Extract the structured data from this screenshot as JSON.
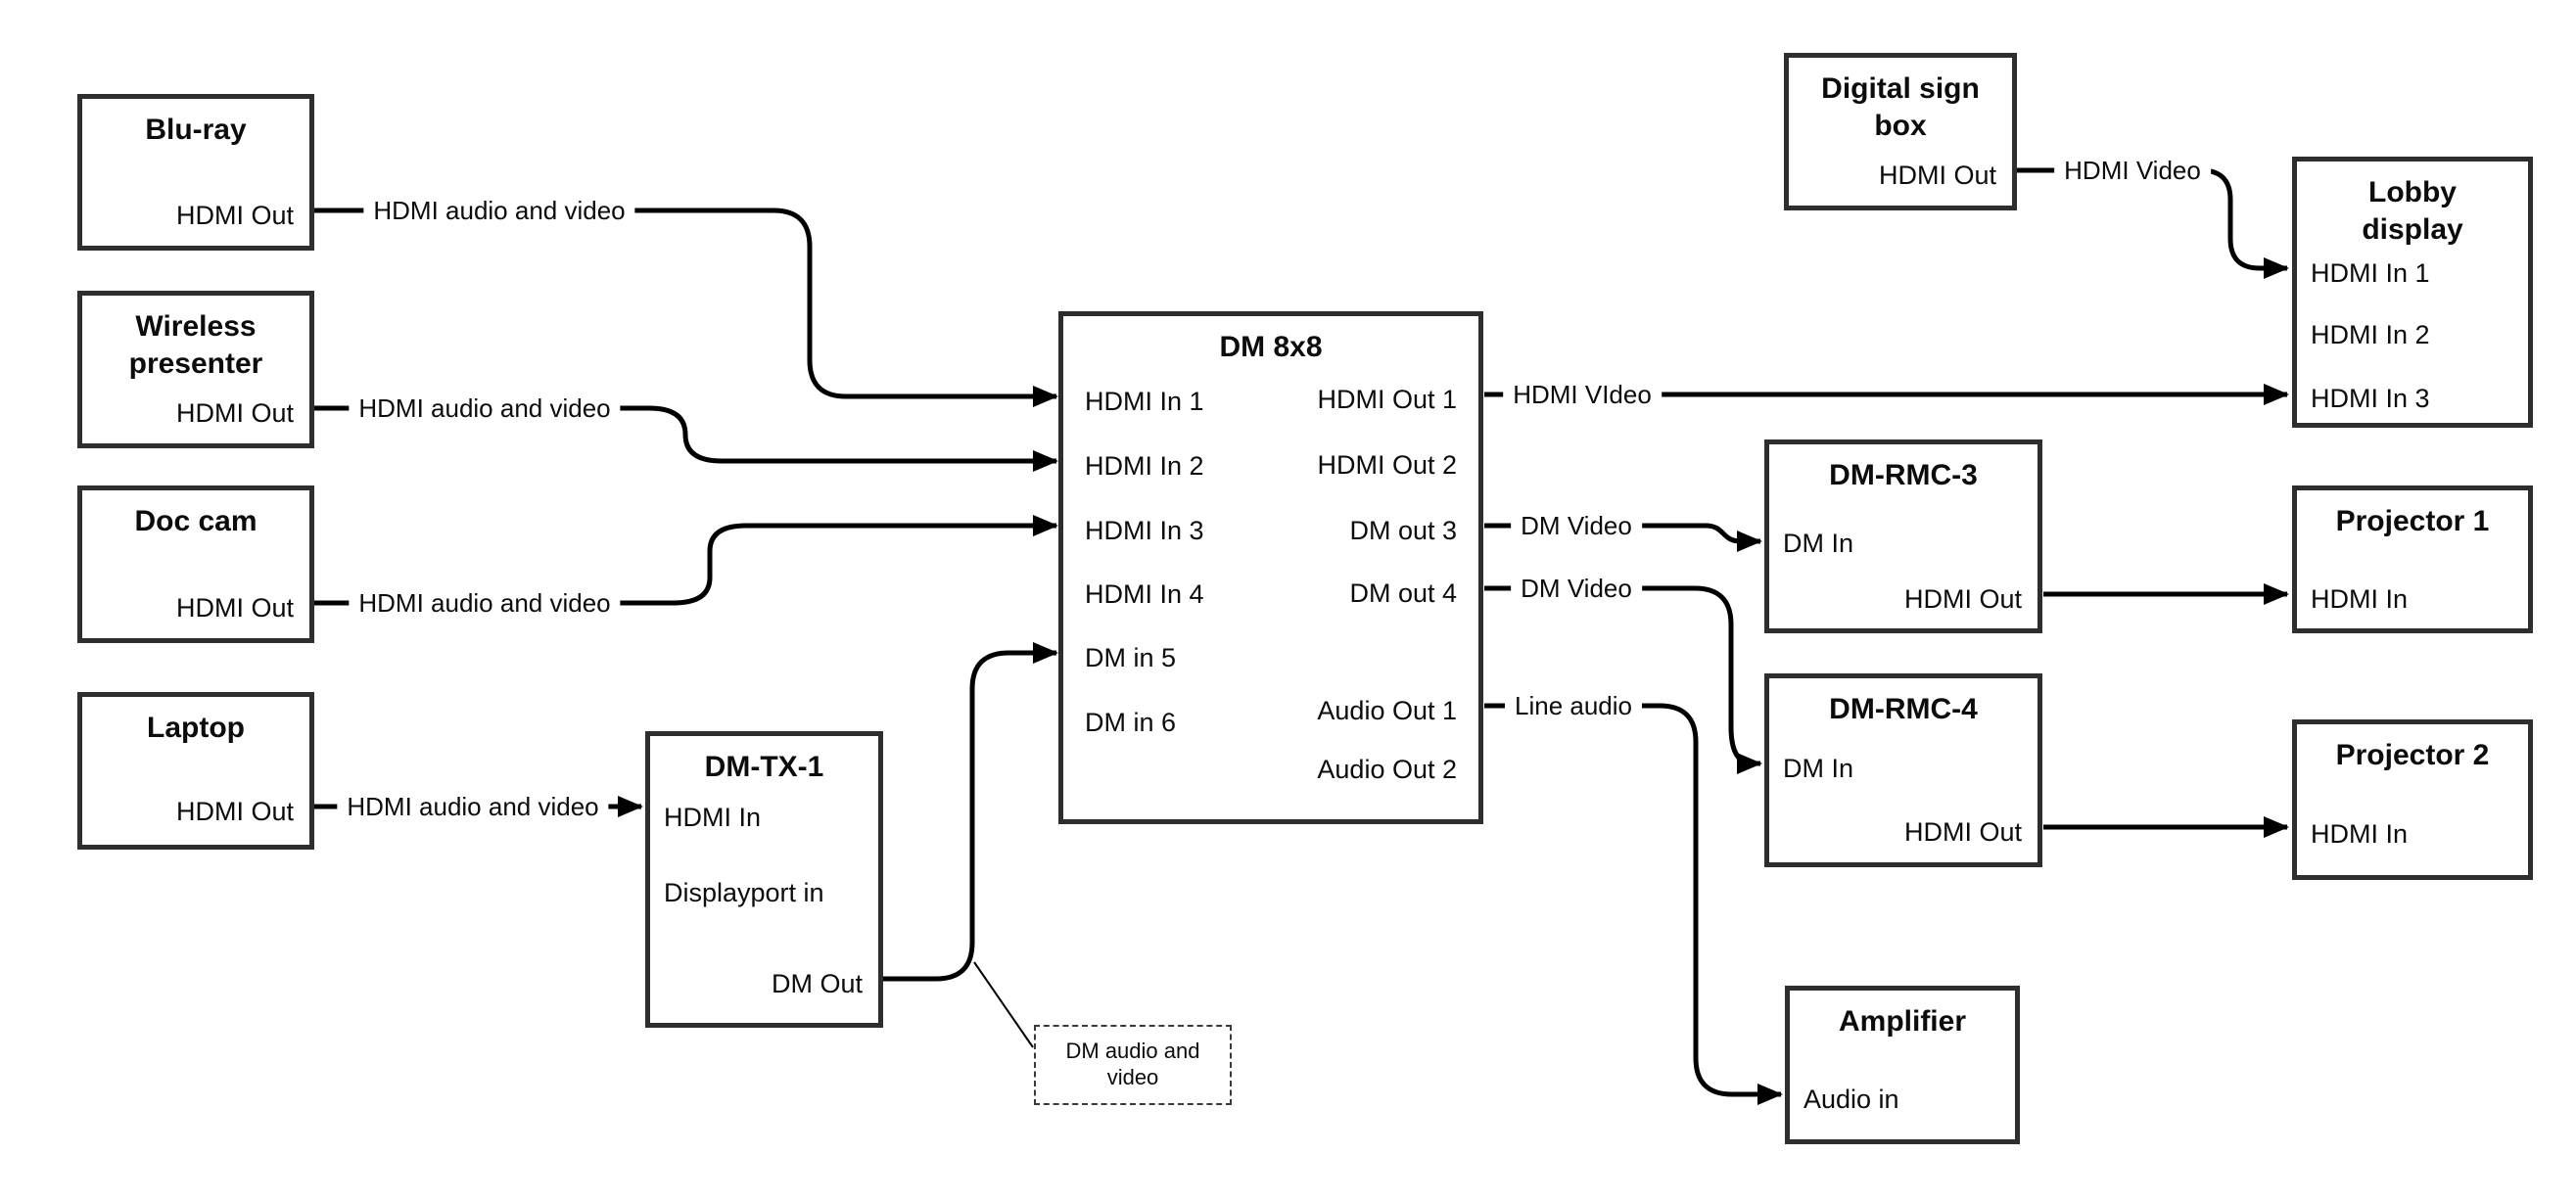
{
  "colors": {
    "background": "#ffffff",
    "wire": "#000000",
    "box_border": "#2e2e2e",
    "text": "#0c0c0c"
  },
  "boxes": {
    "bluray": {
      "title": "Blu-ray",
      "hdmi_out": "HDMI Out"
    },
    "wireless_presenter": {
      "title": "Wireless presenter",
      "hdmi_out": "HDMI Out"
    },
    "doc_cam": {
      "title": "Doc cam",
      "hdmi_out": "HDMI Out"
    },
    "laptop": {
      "title": "Laptop",
      "hdmi_out": "HDMI Out"
    },
    "dm_tx_1": {
      "title": "DM-TX-1",
      "hdmi_in": "HDMI In",
      "displayport_in": "Displayport in",
      "dm_out": "DM Out"
    },
    "dm_8x8": {
      "title": "DM 8x8",
      "in1": "HDMI In 1",
      "in2": "HDMI In 2",
      "in3": "HDMI In 3",
      "in4": "HDMI In 4",
      "in5": "DM in 5",
      "in6": "DM in 6",
      "out1": "HDMI Out 1",
      "out2": "HDMI Out 2",
      "out3": "DM out 3",
      "out4": "DM out 4",
      "audio_out1": "Audio Out 1",
      "audio_out2": "Audio Out 2"
    },
    "digital_sign_box": {
      "title": "Digital sign box",
      "hdmi_out": "HDMI Out"
    },
    "lobby_display": {
      "title": "Lobby display",
      "in1": "HDMI In 1",
      "in2": "HDMI In 2",
      "in3": "HDMI In 3"
    },
    "dm_rmc_3": {
      "title": "DM-RMC-3",
      "dm_in": "DM In",
      "hdmi_out": "HDMI Out"
    },
    "projector_1": {
      "title": "Projector 1",
      "hdmi_in": "HDMI In"
    },
    "dm_rmc_4": {
      "title": "DM-RMC-4",
      "dm_in": "DM In",
      "hdmi_out": "HDMI Out"
    },
    "projector_2": {
      "title": "Projector 2",
      "hdmi_in": "HDMI In"
    },
    "amplifier": {
      "title": "Amplifier",
      "audio_in": "Audio in"
    }
  },
  "wire_labels": {
    "bluray_wire": "HDMI audio and video",
    "wireless_wire": "HDMI audio and video",
    "doc_cam_wire": "HDMI audio and video",
    "laptop_wire": "HDMI audio and video",
    "hdmi_out1_wire": "HDMI VIdeo",
    "digital_sign_wire": "HDMI Video",
    "dm_out3_wire": "DM Video",
    "dm_out4_wire": "DM Video",
    "audio_out1_wire": "Line audio"
  },
  "note": {
    "text": "DM audio and video"
  }
}
